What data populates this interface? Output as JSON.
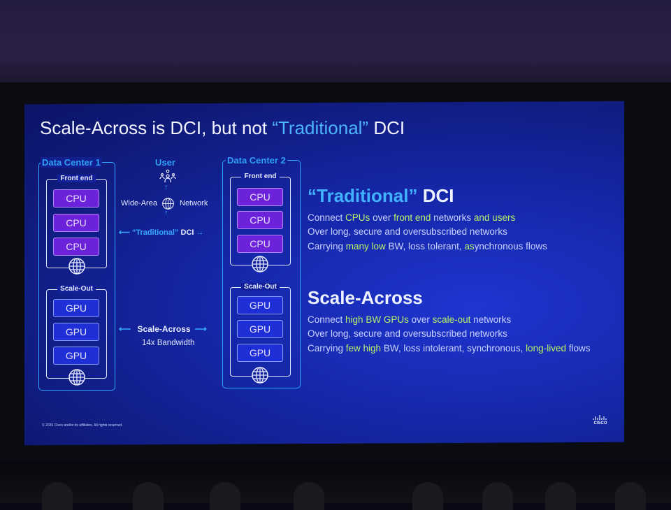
{
  "slide": {
    "title": {
      "before": "Scale-Across is DCI, but not ",
      "highlight": "“Traditional”",
      "after": " DCI"
    },
    "dc1": {
      "label": "Data Center 1",
      "front_end": "Front end",
      "cpus": [
        "CPU",
        "CPU",
        "CPU"
      ],
      "scale_out": "Scale-Out",
      "gpus": [
        "GPU",
        "GPU",
        "GPU"
      ]
    },
    "dc2": {
      "label": "Data Center 2",
      "front_end": "Front end",
      "cpus": [
        "CPU",
        "CPU",
        "CPU"
      ],
      "scale_out": "Scale-Out",
      "gpus": [
        "GPU",
        "GPU",
        "GPU"
      ]
    },
    "middle": {
      "user": "User",
      "wan_left": "Wide-Area",
      "wan_right": "Network",
      "traditional_quoted": "“Traditional”",
      "traditional_dci": " DCI",
      "scale_across": "Scale-Across",
      "bandwidth": "14x Bandwidth"
    },
    "traditional": {
      "heading_quoted": "“Traditional”",
      "heading_rest": " DCI",
      "lines": [
        [
          {
            "t": "Connect ",
            "g": false
          },
          {
            "t": "CPUs",
            "g": true
          },
          {
            "t": " over ",
            "g": false
          },
          {
            "t": "front end",
            "g": true
          },
          {
            "t": " networks ",
            "g": false
          },
          {
            "t": "and users",
            "g": true
          }
        ],
        [
          {
            "t": "Over long, secure and oversubscribed networks",
            "g": false
          }
        ],
        [
          {
            "t": "Carrying ",
            "g": false
          },
          {
            "t": "many low",
            "g": true
          },
          {
            "t": " BW, loss tolerant, ",
            "g": false
          },
          {
            "t": "as",
            "g": true
          },
          {
            "t": "ynchronous flows",
            "g": false
          }
        ]
      ]
    },
    "scale_across": {
      "heading": "Scale-Across",
      "lines": [
        [
          {
            "t": "Connect ",
            "g": false
          },
          {
            "t": "high BW GPUs",
            "g": true
          },
          {
            "t": " over ",
            "g": false
          },
          {
            "t": "scale-out",
            "g": true
          },
          {
            "t": " networks",
            "g": false
          }
        ],
        [
          {
            "t": "Over long, secure and oversubscribed networks",
            "g": false
          }
        ],
        [
          {
            "t": "Carrying ",
            "g": false
          },
          {
            "t": "few high",
            "g": true
          },
          {
            "t": " BW, loss intolerant, synchronous, ",
            "g": false
          },
          {
            "t": "long-lived",
            "g": true
          },
          {
            "t": " flows",
            "g": false
          }
        ]
      ]
    },
    "copyright": "© 2026 Cisco and/or its affiliates. All rights reserved.",
    "logo": "cisco"
  },
  "colors": {
    "accent_blue": "#3aa8ff",
    "highlight_green": "#b9f06a",
    "cpu_purple": "#6b22d8",
    "gpu_blue": "#1e2fd6"
  }
}
